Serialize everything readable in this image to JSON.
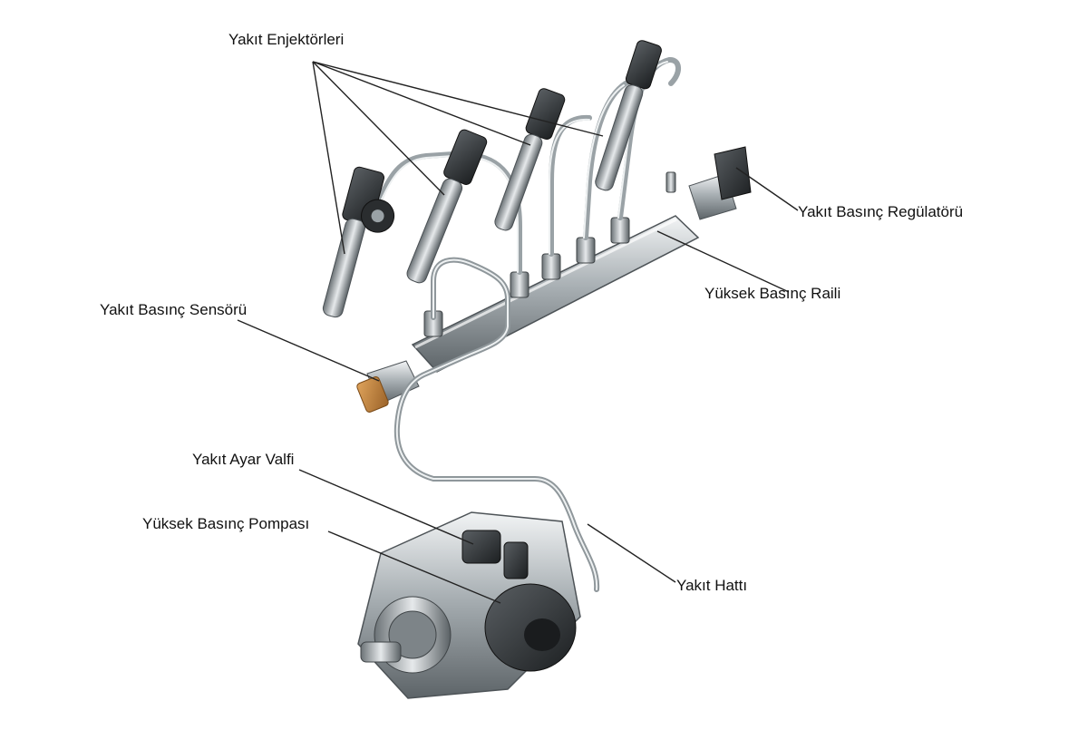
{
  "labels": {
    "injectors": "Yakıt Enjektörleri",
    "pressure_regulator": "Yakıt Basınç Regülatörü",
    "high_pressure_rail": "Yüksek Basınç Raili",
    "pressure_sensor": "Yakıt Basınç Sensörü",
    "metering_valve": "Yakıt Ayar Valfi",
    "high_pressure_pump": "Yüksek Basınç Pompası",
    "fuel_line": "Yakıt Hattı"
  }
}
